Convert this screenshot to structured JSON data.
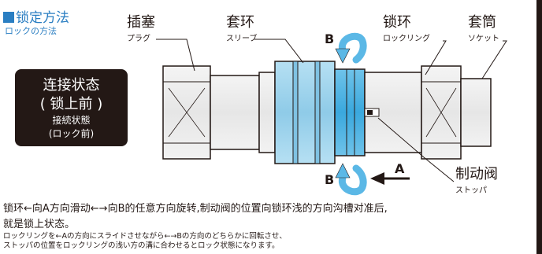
{
  "header": {
    "title": "锁定方法",
    "subtitle": "ロックの方法"
  },
  "state_box": {
    "line1": "连接状态",
    "line2": "( 锁上前 )",
    "line3": "接続状態",
    "line4": "(ロック前)"
  },
  "labels": {
    "plug": {
      "zh": "插塞",
      "ja": "プラグ"
    },
    "sleeve": {
      "zh": "套环",
      "ja": "スリーブ"
    },
    "lock_ring": {
      "zh": "锁环",
      "ja": "ロックリング"
    },
    "socket": {
      "zh": "套筒",
      "ja": "ソケット"
    },
    "stopper": {
      "zh": "制动阀",
      "ja": "ストッパ"
    }
  },
  "directions": {
    "b_top": "B",
    "b_bottom": "B",
    "a": "A"
  },
  "description": {
    "zh_line1": "锁环←向A方向滑动←→向B的任意方向旋转,制动阀的位置向锁环浅的方向沟槽对准后,",
    "zh_line2": "就是锁上状态。",
    "ja_line1": "ロックリングを←Aの方向にスライドさせながら←→Bの方向のどちらかに回転させ、",
    "ja_line2": "ストッパの位置をロックリングの浅い方の溝に合わせるとロック状態になります。"
  },
  "colors": {
    "accent": "#2a7ec2",
    "sleeve_blue": "#9fd3ec",
    "ring_blue": "#4fb4e3",
    "arrow_blue": "#5bb8e6",
    "metal": "#e9e9e9",
    "text": "#231815"
  }
}
